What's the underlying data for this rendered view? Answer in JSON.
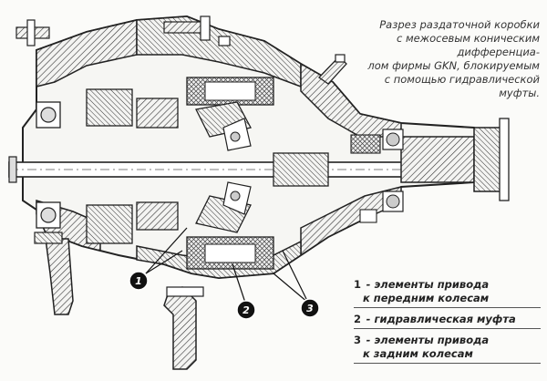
{
  "caption": "Разрез раздаточной коробки\nс межосевым коническим дифференциа-\nлом фирмы GKN, блокируемым\nс помощью гидравлической\nмуфты.",
  "callouts": [
    "1",
    "2",
    "3"
  ],
  "legend": [
    {
      "number": "1",
      "line1": "- элементы привода",
      "line2": "к передним колесам"
    },
    {
      "number": "2",
      "line1": "- гидравлическая муфта",
      "line2": ""
    },
    {
      "number": "3",
      "line1": "- элементы привода",
      "line2": "к задним колесам"
    }
  ]
}
